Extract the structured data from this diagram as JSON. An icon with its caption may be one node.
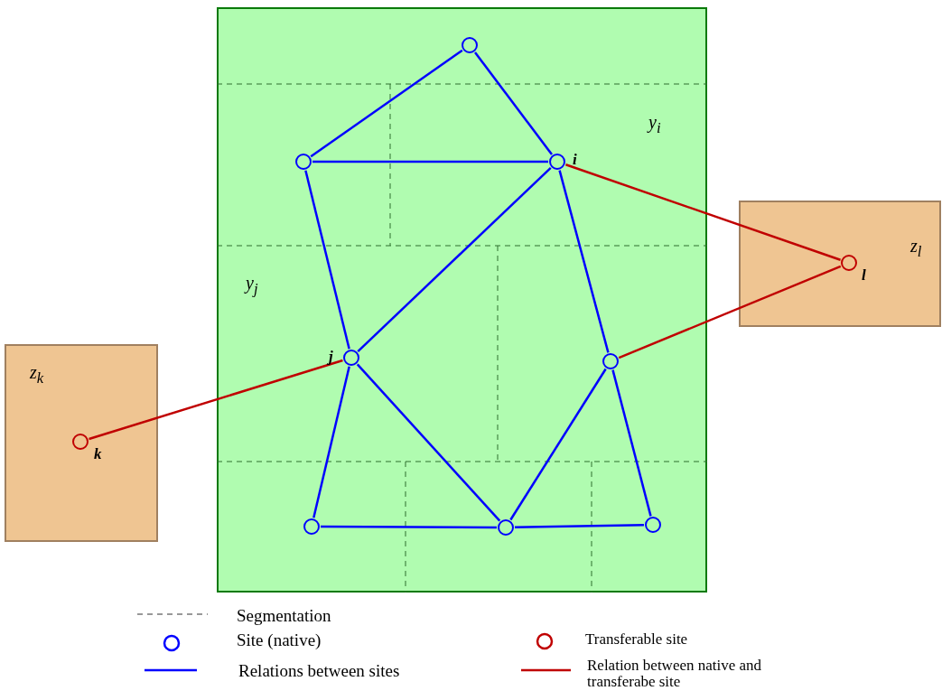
{
  "diagram": {
    "nodes": [
      {
        "text": [
          "y$_{i}$",
          "y$_{j}$"
        ]
      },
      {
        "text": [
          "z$_{k}$"
        ]
      },
      {
        "text": [
          "z$_{l}$"
        ]
      },
      {
        "text": [],
        "shape": "circle",
        "in": 0
      },
      {
        "text": [],
        "shape": "circle",
        "in": 0
      },
      {
        "text": [],
        "shape": "circle",
        "in": 0,
        "beside": [
          "i"
        ]
      },
      {
        "text": [],
        "shape": "circle",
        "in": 0,
        "beside": [
          "j"
        ]
      },
      {
        "text": [],
        "shape": "circle",
        "in": 0
      },
      {
        "text": [],
        "shape": "circle",
        "in": 0
      },
      {
        "text": [],
        "shape": "circle",
        "in": 0
      },
      {
        "text": [],
        "shape": "circle",
        "in": 0
      },
      {
        "text": [],
        "shape": "circle",
        "in": 1,
        "beside": [
          "k"
        ]
      },
      {
        "text": [],
        "shape": "circle",
        "in": 2,
        "beside": [
          "l"
        ]
      }
    ],
    "edges": [
      {
        "from": 3,
        "to": 4,
        "arrow": "none"
      },
      {
        "from": 3,
        "to": 5,
        "arrow": "none"
      },
      {
        "from": 4,
        "to": 5,
        "arrow": "none"
      },
      {
        "from": 4,
        "to": 6,
        "arrow": "none"
      },
      {
        "from": 5,
        "to": 6,
        "arrow": "none"
      },
      {
        "from": 5,
        "to": 7,
        "arrow": "none"
      },
      {
        "from": 6,
        "to": 8,
        "arrow": "none"
      },
      {
        "from": 6,
        "to": 9,
        "arrow": "none"
      },
      {
        "from": 8,
        "to": 9,
        "arrow": "none"
      },
      {
        "from": 9,
        "to": 10,
        "arrow": "none"
      },
      {
        "from": 9,
        "to": 7,
        "arrow": "none"
      },
      {
        "from": 7,
        "to": 10,
        "arrow": "none"
      },
      {
        "from": 5,
        "to": 12,
        "arrow": "none",
        "color": "#c00000"
      },
      {
        "from": 12,
        "to": 7,
        "arrow": "none",
        "color": "#c00000"
      },
      {
        "from": 6,
        "to": 11,
        "arrow": "none",
        "color": "#c00000"
      }
    ],
    "legend": [
      {
        "text": "Segmentation"
      },
      {
        "text": "Site (native)"
      },
      {
        "text": "Relations between sites"
      },
      {
        "text": "Transferable site"
      },
      {
        "text": "Relation between native and transferabe site"
      }
    ]
  }
}
